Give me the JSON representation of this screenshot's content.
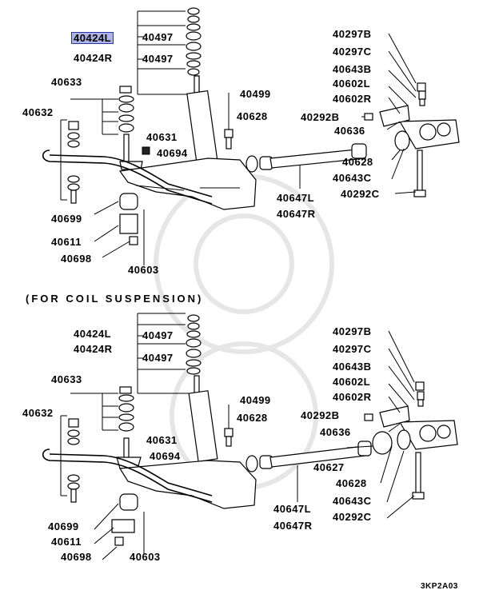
{
  "section_heading": "(FOR COIL SUSPENSION)",
  "diagram_code": "3KP2A03",
  "highlighted_part": "40424L",
  "upper_labels": {
    "shock_l": "40424L",
    "shock_r": "40424R",
    "bushing_1": "40497",
    "bushing_2": "40497",
    "washer_set": "40633",
    "link_bolt": "40632",
    "bolt_40631": "40631",
    "bracket_40694": "40694",
    "nut_40499": "40499",
    "collar_40628": "40628",
    "bush_40699": "40699",
    "clamp_40611": "40611",
    "bolt_40698": "40698",
    "arm_40603": "40603",
    "rod_l": "40647L",
    "rod_r": "40647R",
    "b_40297b": "40297B",
    "c_40297c": "40297C",
    "b_40643b": "40643B",
    "l_40602l": "40602L",
    "r_40602r": "40602R",
    "b_40292b": "40292B",
    "p_40636": "40636",
    "p_40628b": "40628",
    "c_40643c": "40643C",
    "c_40292c": "40292C"
  },
  "lower_labels": {
    "shock_l": "40424L",
    "shock_r": "40424R",
    "bushing_1": "40497",
    "bushing_2": "40497",
    "washer_set": "40633",
    "link_bolt": "40632",
    "bolt_40631": "40631",
    "bracket_40694": "40694",
    "nut_40499": "40499",
    "collar_40628": "40628",
    "bush_40699": "40699",
    "clamp_40611": "40611",
    "bolt_40698": "40698",
    "arm_40603": "40603",
    "rod_l": "40647L",
    "rod_r": "40647R",
    "b_40297b": "40297B",
    "c_40297c": "40297C",
    "b_40643b": "40643B",
    "l_40602l": "40602L",
    "r_40602r": "40602R",
    "b_40292b": "40292B",
    "p_40636": "40636",
    "p_40627": "40627",
    "p_40628b": "40628",
    "c_40643c": "40643C",
    "c_40292c": "40292C"
  }
}
